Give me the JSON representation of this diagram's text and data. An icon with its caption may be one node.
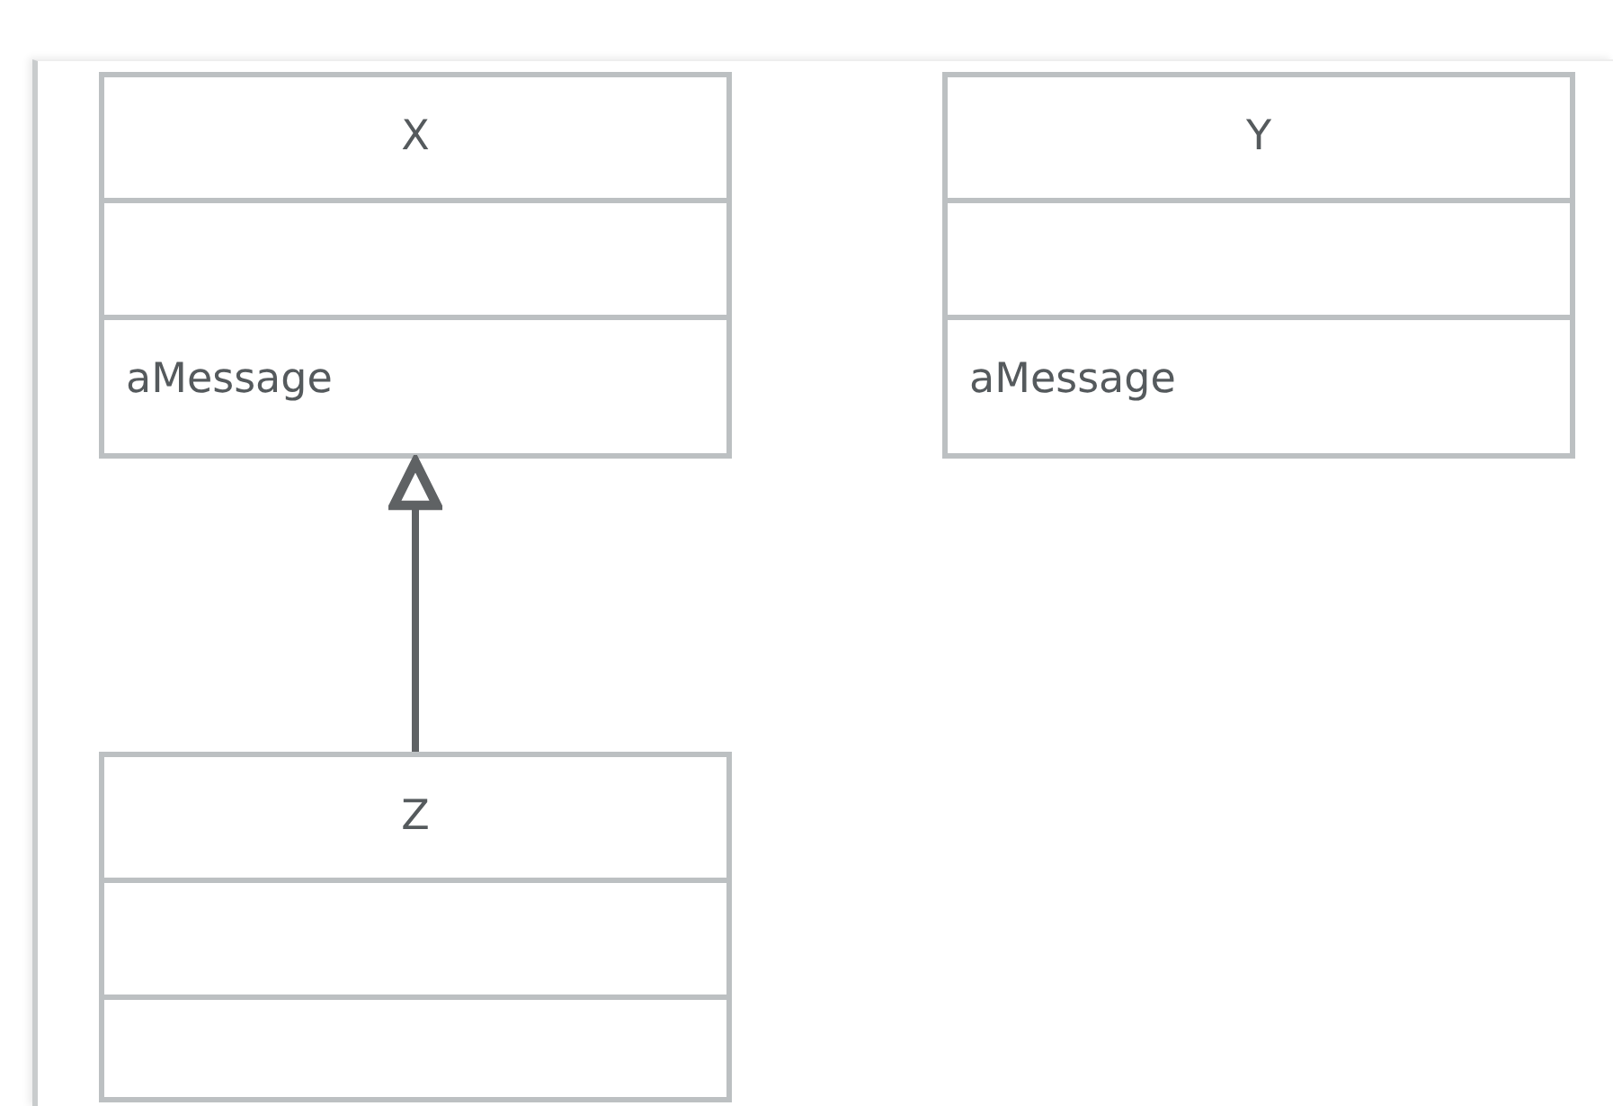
{
  "diagram": {
    "nodes": [
      {
        "text": [
          "X",
          "aMessage"
        ]
      },
      {
        "text": [
          "Y",
          "aMessage"
        ]
      },
      {
        "text": [
          "Z"
        ]
      }
    ],
    "edges": [
      {
        "from": 2,
        "to": 0,
        "arrow": "to",
        "color": "#5f6264"
      }
    ]
  }
}
